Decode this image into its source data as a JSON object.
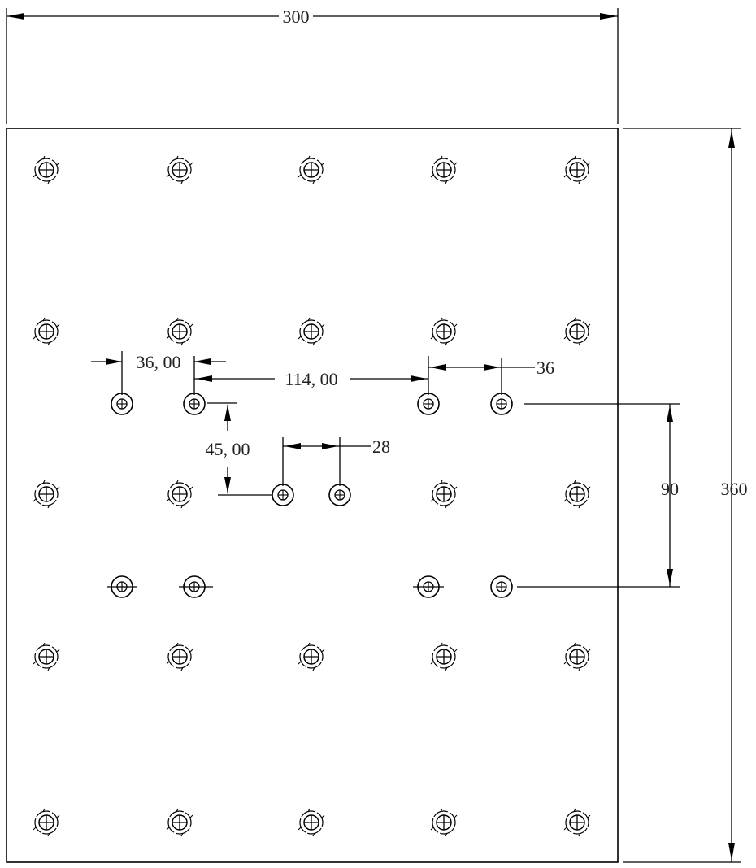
{
  "colors": {
    "line": "#000000",
    "text": "#222222",
    "background": "#ffffff"
  },
  "dimensions": {
    "overall_width": "300",
    "overall_height": "360",
    "left_pair_spacing": "36, 00",
    "center_span": "114, 00",
    "right_pair_spacing": "36",
    "vertical_offset": "45, 00",
    "middle_pair_spacing": "28",
    "row_spacing": "90"
  },
  "icons": {
    "mounting_hole": "hole-with-rotation-marks-icon",
    "counterbore_hole": "counterbored-hole-icon",
    "small_hole": "through-hole-icon"
  }
}
